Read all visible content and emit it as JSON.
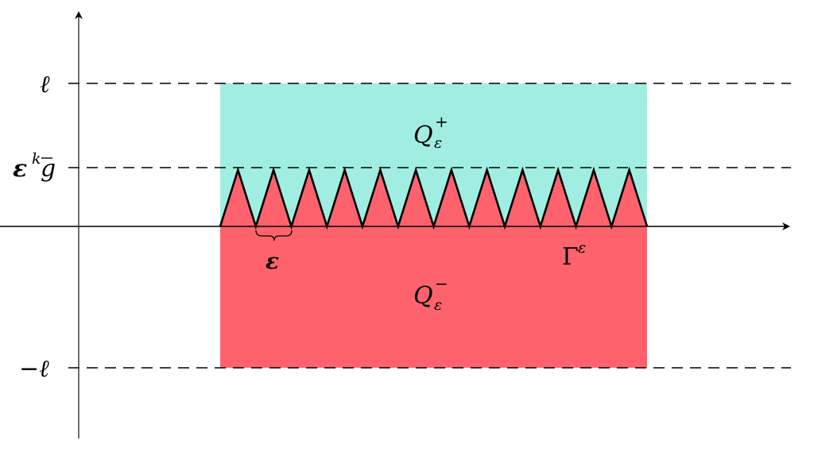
{
  "diagram": {
    "colors": {
      "upper_region": "#a0eee2",
      "lower_region": "#fe636d",
      "lines": "#000000"
    },
    "axis_labels": {
      "top": "ℓ",
      "middle_base": "ε",
      "middle_sup": "k",
      "middle_g": "g",
      "bottom": "−ℓ"
    },
    "regions": {
      "upper": {
        "base": "Q",
        "sub": "ε",
        "sup": "+"
      },
      "lower": {
        "base": "Q",
        "sub": "ε",
        "sup": "−"
      }
    },
    "period_label": "ε",
    "interface_label": {
      "base": "Γ",
      "sup": "ε"
    },
    "teeth_count": 12
  }
}
